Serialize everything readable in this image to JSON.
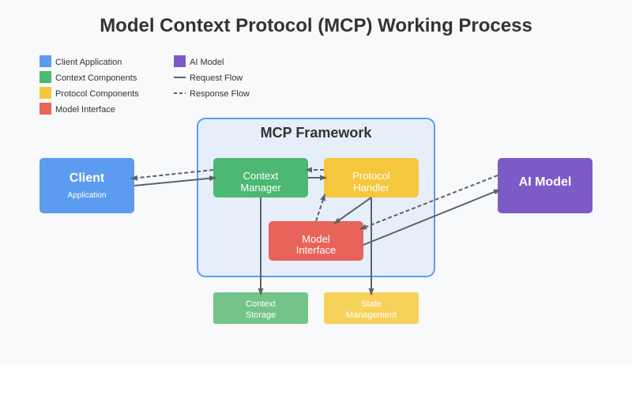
{
  "title": "Model Context Protocol (MCP) Working Process",
  "legend": {
    "client_app": {
      "label": "Client Application",
      "color": "#5b9cf0"
    },
    "context": {
      "label": "Context Components",
      "color": "#4db872"
    },
    "protocol": {
      "label": "Protocol Components",
      "color": "#f5c73d"
    },
    "model_interface": {
      "label": "Model Interface",
      "color": "#e8635a"
    },
    "ai_model": {
      "label": "AI Model",
      "color": "#7c5bc7"
    },
    "request_flow": {
      "label": "Request Flow"
    },
    "response_flow": {
      "label": "Response Flow"
    }
  },
  "framework": {
    "title": "MCP Framework",
    "fill": "#e6eefa",
    "stroke": "#5b9cf0"
  },
  "nodes": {
    "client": {
      "title": "Client",
      "subtitle": "Application",
      "color": "#5b9cf0"
    },
    "context_manager": {
      "line1": "Context",
      "line2": "Manager",
      "color": "#4db872"
    },
    "protocol_handler": {
      "line1": "Protocol",
      "line2": "Handler",
      "color": "#f5c73d"
    },
    "model_interface": {
      "line1": "Model",
      "line2": "Interface",
      "color": "#e8635a"
    },
    "ai_model": {
      "title": "AI Model",
      "color": "#7c5bc7"
    },
    "context_storage": {
      "line1": "Context",
      "line2": "Storage",
      "color": "#74c489"
    },
    "state_management": {
      "line1": "State",
      "line2": "Management",
      "color": "#f7d25a"
    }
  },
  "arrow_color": "#5f6368",
  "edges": [
    {
      "id": "client-to-context",
      "from": "Client",
      "to": "Context Manager",
      "style": "request"
    },
    {
      "id": "context-to-client",
      "from": "Context Manager",
      "to": "Client",
      "style": "response"
    },
    {
      "id": "context-to-protocol",
      "from": "Context Manager",
      "to": "Protocol Handler",
      "style": "request"
    },
    {
      "id": "protocol-to-context",
      "from": "Protocol Handler",
      "to": "Context Manager",
      "style": "response"
    },
    {
      "id": "protocol-to-model-interface",
      "from": "Protocol Handler",
      "to": "Model Interface",
      "style": "request"
    },
    {
      "id": "model-interface-to-protocol",
      "from": "Model Interface",
      "to": "Protocol Handler",
      "style": "response"
    },
    {
      "id": "model-interface-to-ai",
      "from": "Model Interface",
      "to": "AI Model",
      "style": "request"
    },
    {
      "id": "ai-to-model-interface",
      "from": "AI Model",
      "to": "Model Interface",
      "style": "response"
    },
    {
      "id": "context-to-storage",
      "from": "Context Manager",
      "to": "Context Storage",
      "style": "request"
    },
    {
      "id": "protocol-to-state",
      "from": "Protocol Handler",
      "to": "State Management",
      "style": "request"
    }
  ]
}
